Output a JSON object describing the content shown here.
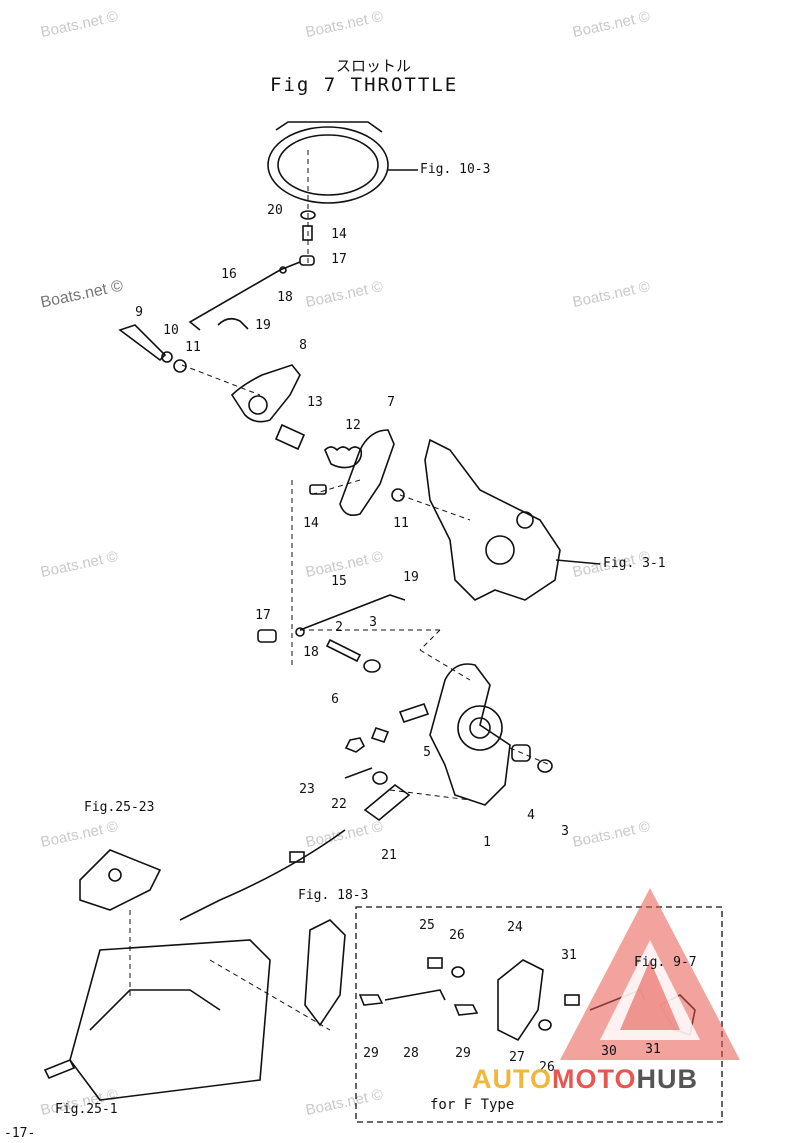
{
  "title": {
    "japanese": "スロットル",
    "main": "Fig 7  THROTTLE"
  },
  "watermark": "Boats.net ©",
  "refs": {
    "fig10_3": "Fig. 10-3",
    "fig3_1": "Fig. 3-1",
    "fig25_23": "Fig.25-23",
    "fig18_3": "Fig. 18-3",
    "fig9_7": "Fig. 9-7",
    "fig25_1": "Fig.25-1"
  },
  "callouts": {
    "c20": "20",
    "c14a": "14",
    "c17a": "17",
    "c16": "16",
    "c18a": "18",
    "c19a": "19",
    "c9": "9",
    "c10": "10",
    "c11a": "11",
    "c8": "8",
    "c13": "13",
    "c12": "12",
    "c7": "7",
    "c14b": "14",
    "c11b": "11",
    "c15": "15",
    "c19b": "19",
    "c17b": "17",
    "c18b": "18",
    "c2": "2",
    "c3a": "3",
    "c6": "6",
    "c5": "5",
    "c23": "23",
    "c22": "22",
    "c21": "21",
    "c4": "4",
    "c3b": "3",
    "c1": "1",
    "c25": "25",
    "c26a": "26",
    "c24": "24",
    "c31a": "31",
    "c29a": "29",
    "c28": "28",
    "c29b": "29",
    "c27": "27",
    "c26b": "26",
    "c30": "30",
    "c31b": "31"
  },
  "footer": {
    "ftype": "for F Type",
    "page": "-17-"
  },
  "logo": {
    "part1": "AUTO",
    "part2": "MOTO",
    "part3": "HUB",
    "colors": {
      "yellow": "#f2b63a",
      "red": "#e8574f",
      "gray": "#555555"
    }
  }
}
